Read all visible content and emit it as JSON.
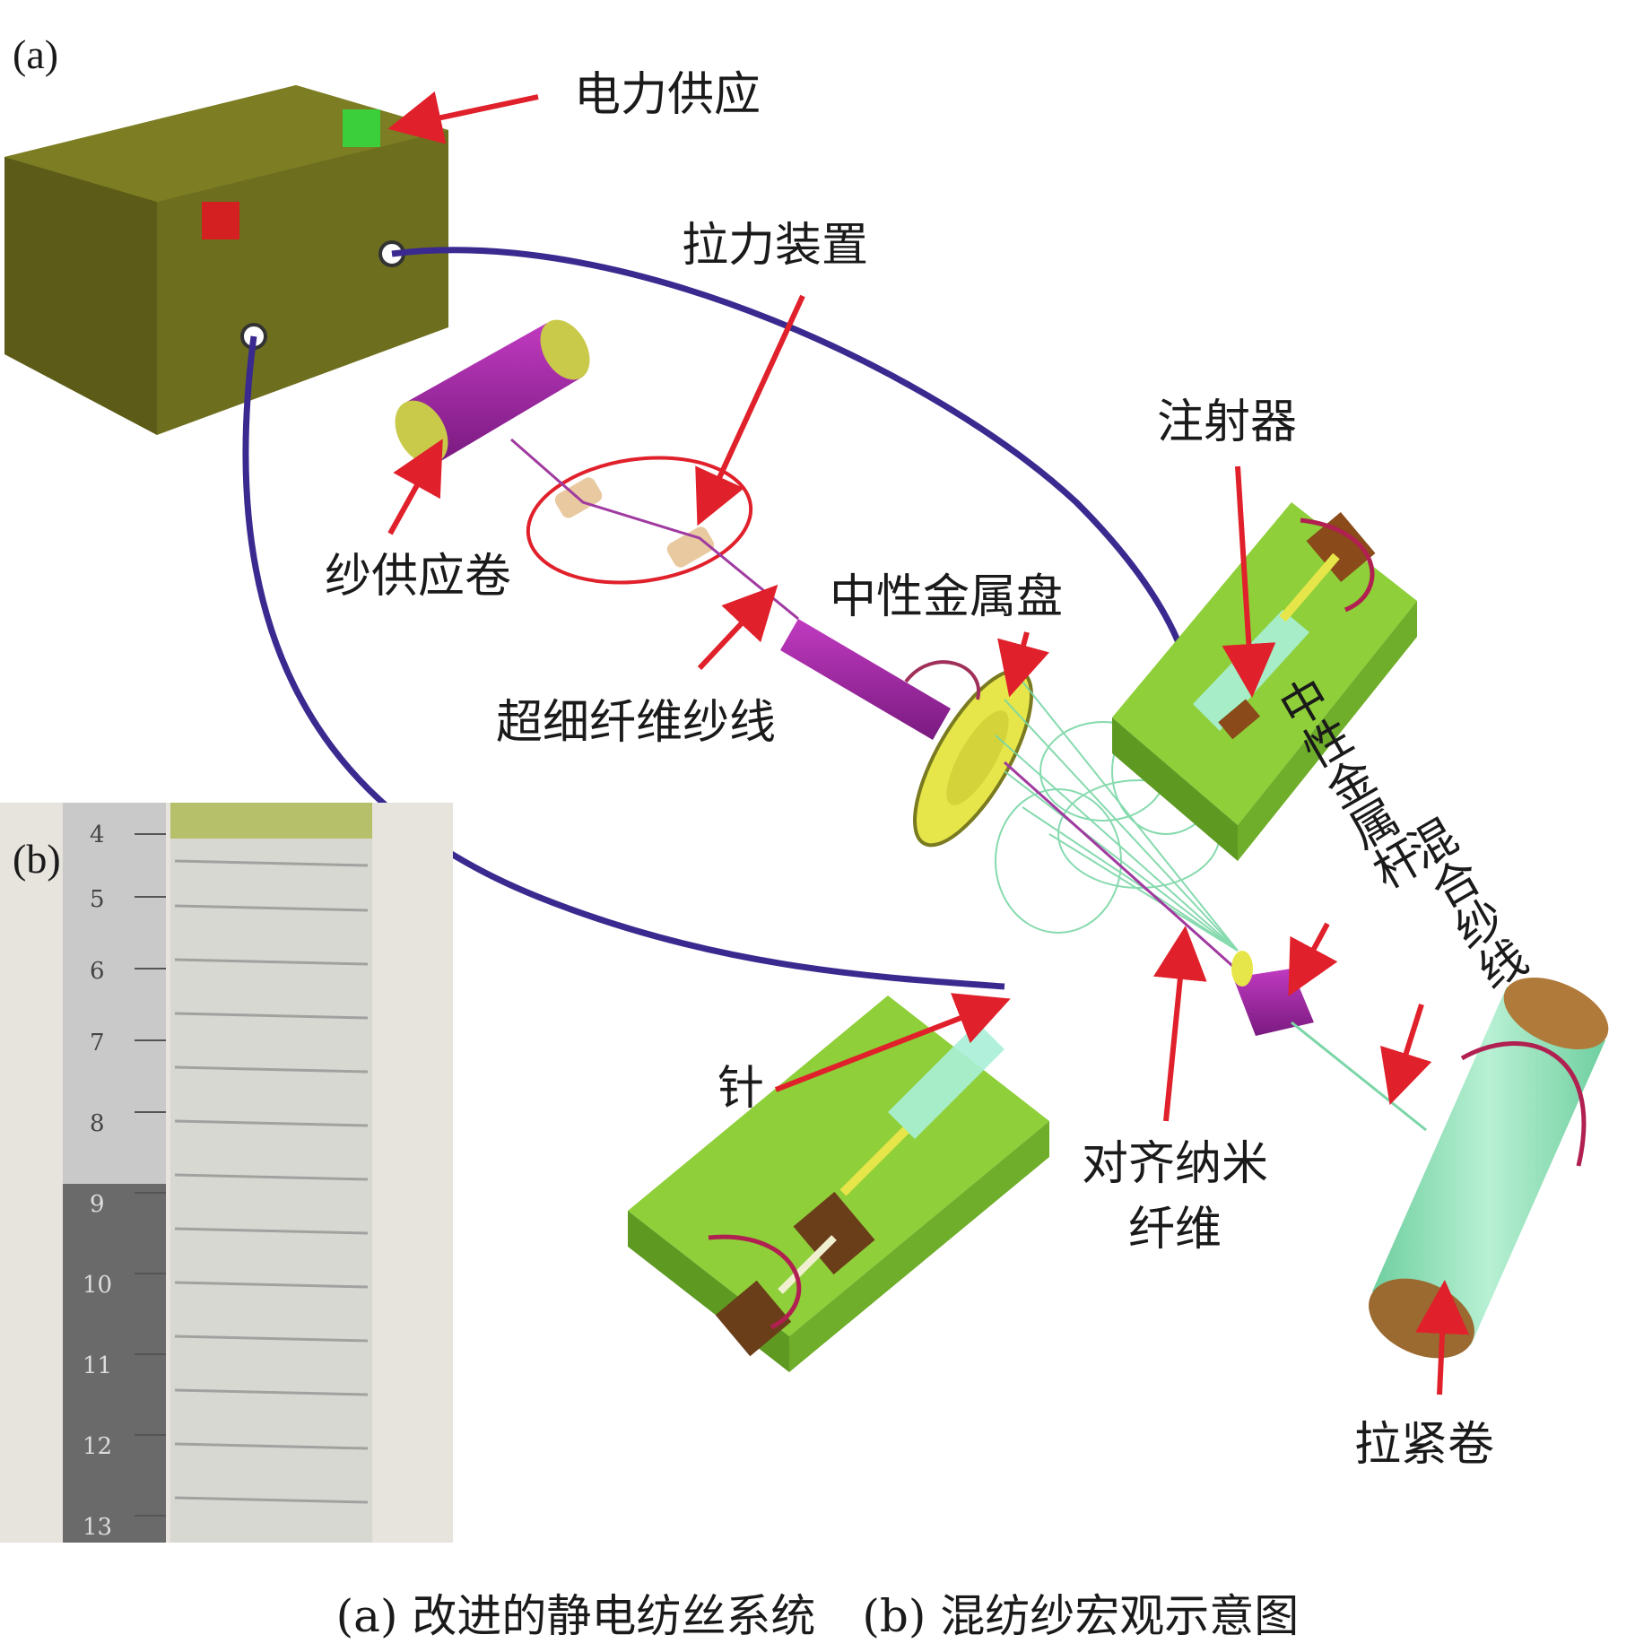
{
  "panels": {
    "a": "(a)",
    "b": "(b)"
  },
  "labels": {
    "power_supply": "电力供应",
    "tension_device": "拉力装置",
    "syringe": "注射器",
    "yarn_supply_roll": "纱供应卷",
    "neutral_metal_disk": "中性金属盘",
    "ultrafine_fiber_yarn": "超细纤维纱线",
    "neutral_metal_rod": "中性金属杆",
    "hybrid_yarn": "混合纱线",
    "needle": "针",
    "aligned_nanofibers_line1": "对齐纳米",
    "aligned_nanofibers_line2": "纤维",
    "take_up_roll": "拉紧卷"
  },
  "ruler_ticks": [
    "4",
    "5",
    "6",
    "7",
    "8",
    "9",
    "10",
    "11",
    "12",
    "13"
  ],
  "caption": {
    "a": "(a) 改进的静电纺丝系统",
    "b": "(b) 混纺纱宏观示意图"
  },
  "colors": {
    "box": "#6b6b1f",
    "green_base": "#8fcf3a",
    "purple": "#9b2a9e",
    "cable": "#3a2a8f",
    "arrow": "#e0202a",
    "fiber": "#7ad6a6",
    "roll_green": "#9be3c0",
    "roll_end": "#b07a3a"
  }
}
